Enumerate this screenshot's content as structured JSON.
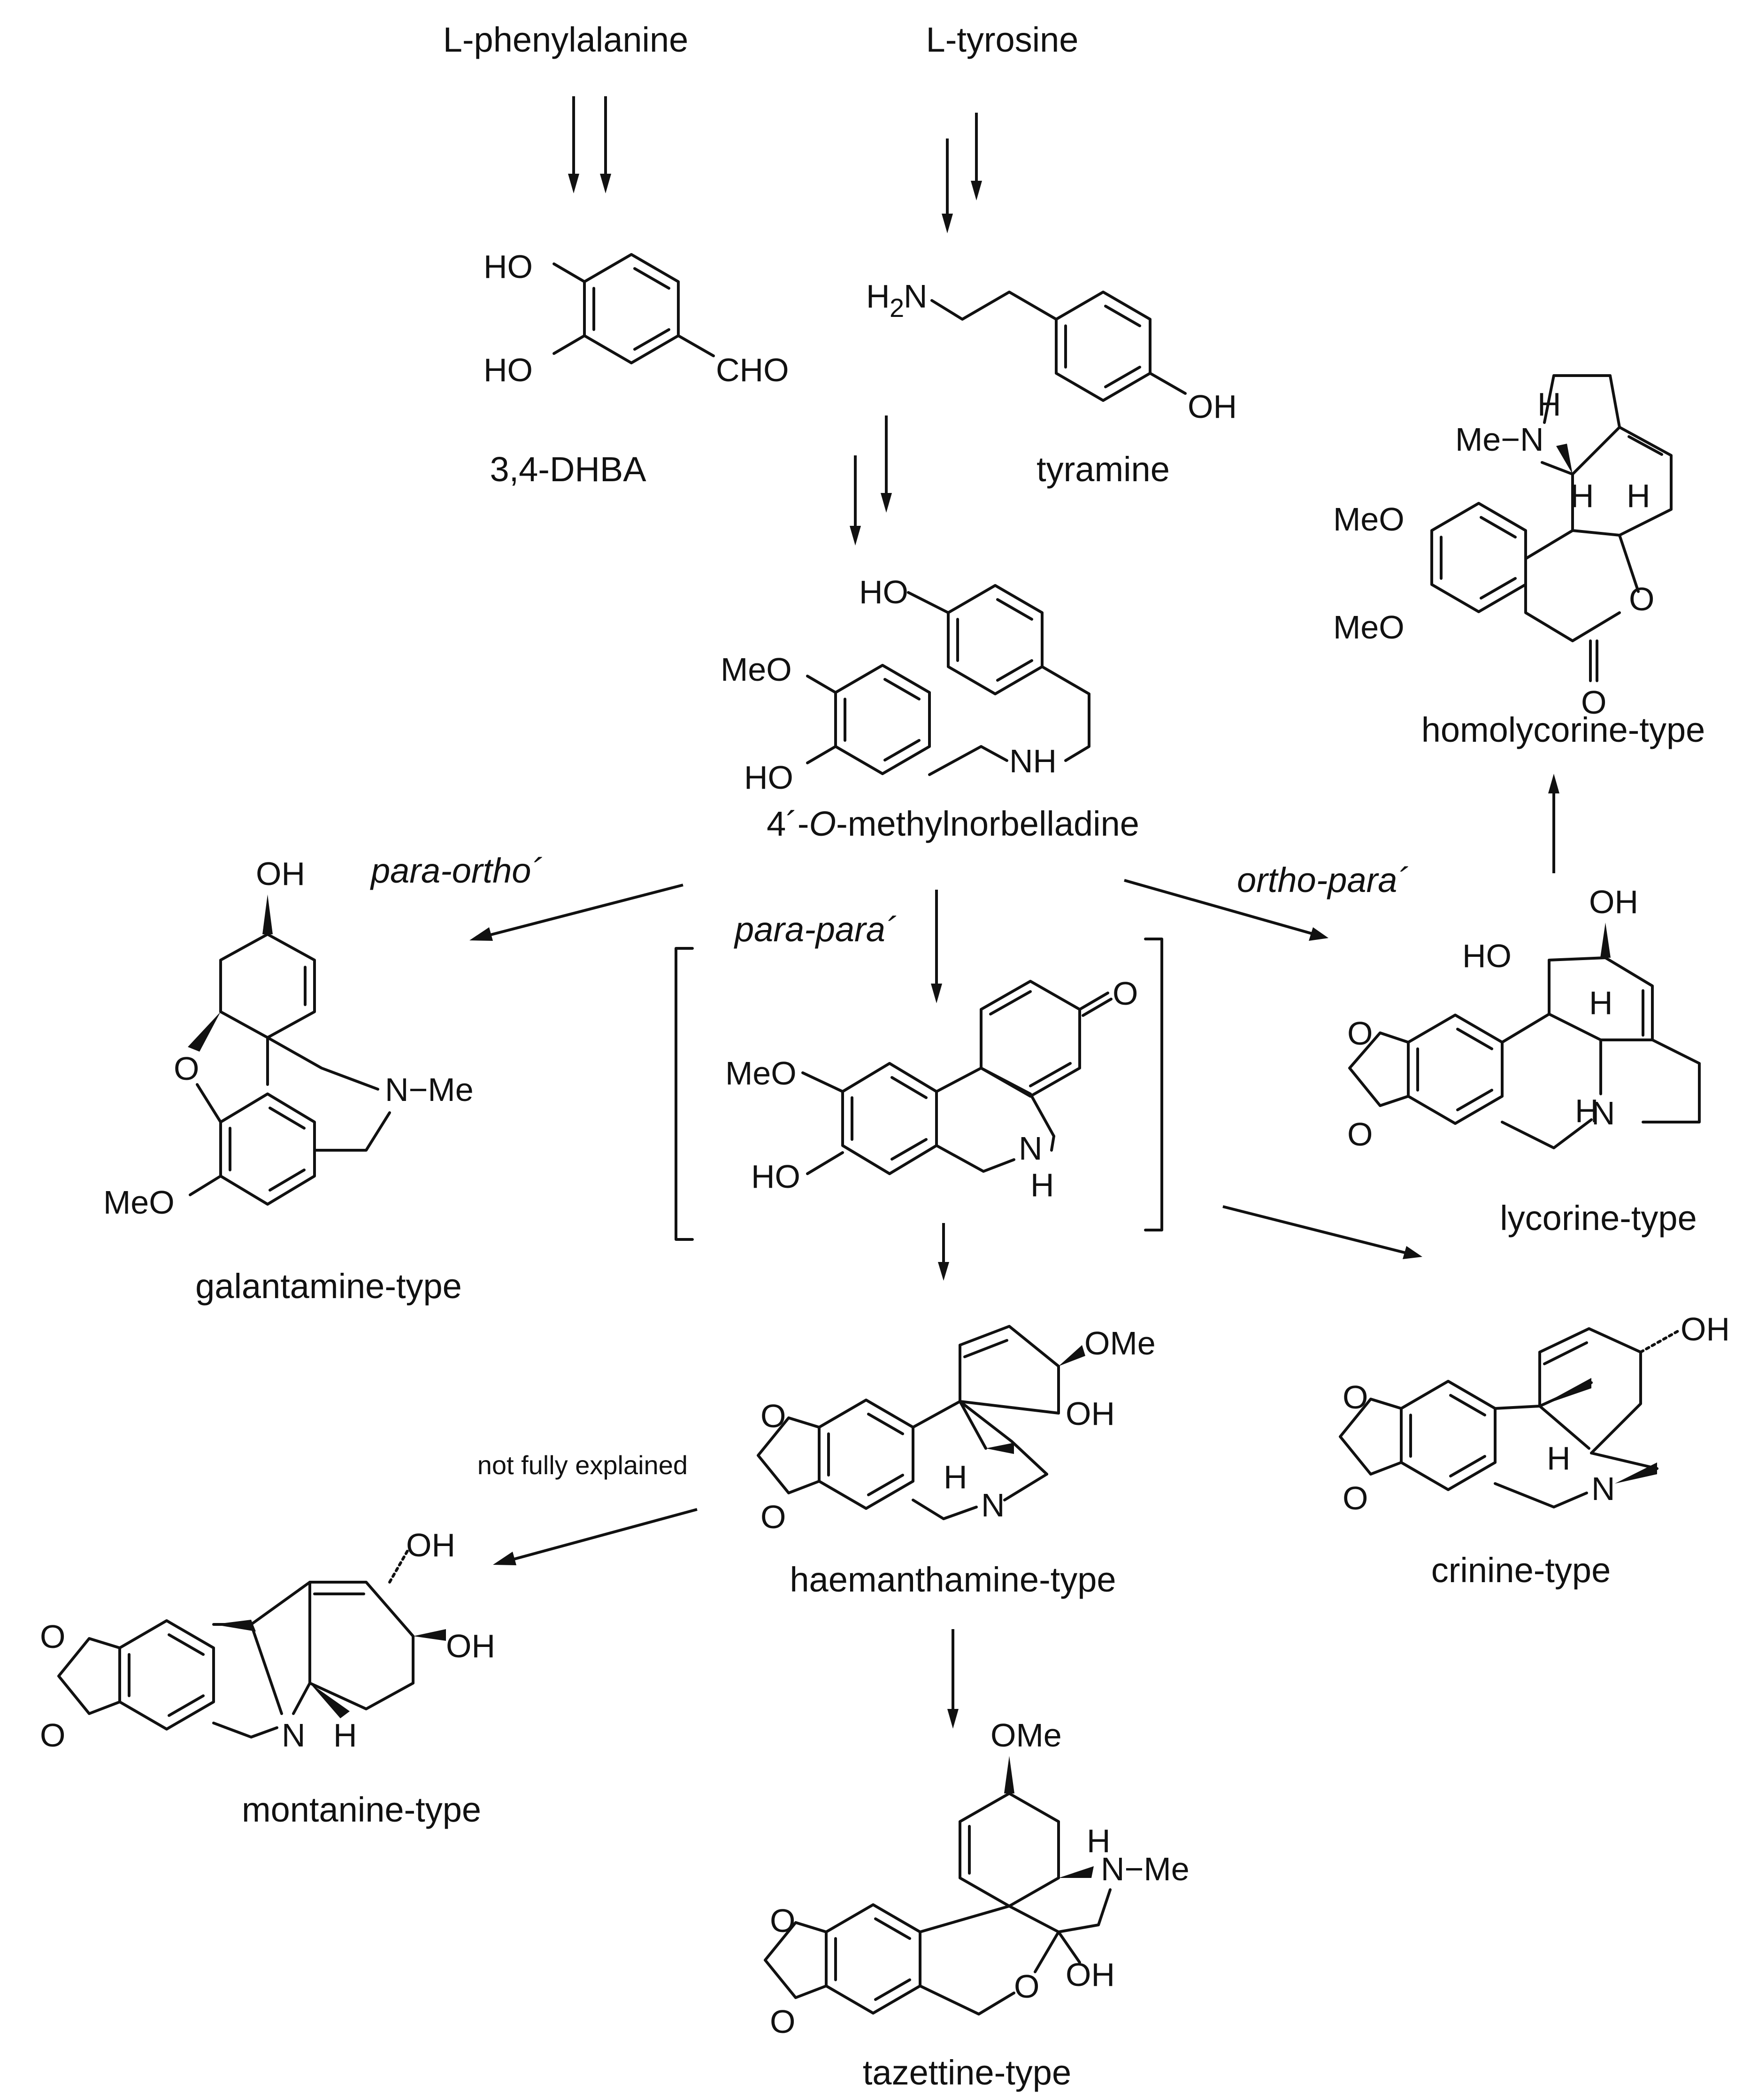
{
  "precursors": {
    "phenylalanine": "L-phenylalanine",
    "tyrosine": "L-tyrosine"
  },
  "intermediates": {
    "dhba": {
      "name": "3,4-DHBA",
      "atoms": {
        "ho1": "HO",
        "ho2": "HO",
        "cho": "CHO"
      }
    },
    "tyramine": {
      "name": "tyramine",
      "atoms": {
        "h2": "H",
        "h2sub": "2",
        "n": "N",
        "oh": "OH"
      }
    },
    "norbelladine": {
      "name_prefix": "4´-",
      "name_italic": "O",
      "name_suffix": "-methylnorbelladine",
      "atoms": {
        "ho_top": "HO",
        "meo": "MeO",
        "ho": "HO",
        "nh": "NH"
      }
    },
    "spiro_intermediate": {
      "atoms": {
        "meo": "MeO",
        "ho": "HO",
        "o": "O",
        "n": "N",
        "h": "H"
      }
    }
  },
  "couplings": {
    "para_ortho": "para-ortho´",
    "para_para": "para-para´",
    "ortho_para": "ortho-para´",
    "note": "not fully explained"
  },
  "products": {
    "galantamine": {
      "name": "galantamine-type",
      "atoms": {
        "oh": "OH",
        "o": "O",
        "n_me": "N−Me",
        "meo": "MeO"
      }
    },
    "homolycorine": {
      "name": "homolycorine-type",
      "atoms": {
        "me_n": "Me−N",
        "h1": "H",
        "h2": "H",
        "h3": "H",
        "meo1": "MeO",
        "meo2": "MeO",
        "o_ring": "O",
        "o_carbonyl": "O"
      }
    },
    "lycorine": {
      "name": "lycorine-type",
      "atoms": {
        "oh": "OH",
        "ho": "HO",
        "h1": "H",
        "h2": "H",
        "o1": "O",
        "o2": "O",
        "n": "N"
      }
    },
    "haemanthamine": {
      "name": "haemanthamine-type",
      "atoms": {
        "ome": "OMe",
        "oh": "OH",
        "o1": "O",
        "o2": "O",
        "h": "H",
        "n": "N"
      }
    },
    "crinine": {
      "name": "crinine-type",
      "atoms": {
        "oh": "OH",
        "o1": "O",
        "o2": "O",
        "h": "H",
        "n": "N"
      }
    },
    "montanine": {
      "name": "montanine-type",
      "atoms": {
        "oh1": "OH",
        "oh2": "OH",
        "o1": "O",
        "o2": "O",
        "n": "N",
        "h": "H"
      }
    },
    "tazettine": {
      "name": "tazettine-type",
      "atoms": {
        "ome": "OMe",
        "h": "H",
        "n_me": "N−Me",
        "o1": "O",
        "o2": "O",
        "o_ring": "O",
        "oh": "OH"
      }
    }
  }
}
